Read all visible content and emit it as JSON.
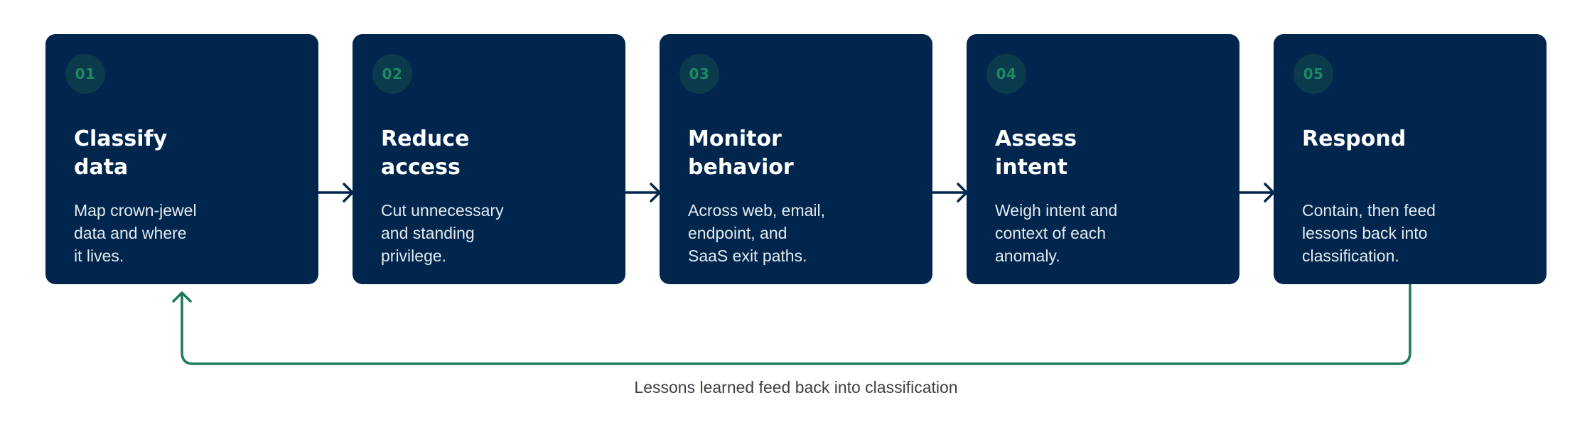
{
  "steps": [
    {
      "number": "01",
      "title": "Classify\ndata",
      "description": "Map crown-jewel\ndata and where\nit lives."
    },
    {
      "number": "02",
      "title": "Reduce\naccess",
      "description": "Cut unnecessary\nand standing\nprivilege."
    },
    {
      "number": "03",
      "title": "Monitor\nbehavior",
      "description": "Across web, email,\nendpoint, and\nSaaS exit paths."
    },
    {
      "number": "04",
      "title": "Assess\nintent",
      "description": "Weigh intent and\ncontext of each\nanomaly."
    },
    {
      "number": "05",
      "title": "Respond",
      "description": "Contain, then feed\nlessons back into\nclassification."
    }
  ],
  "feedback": {
    "label": "Lessons learned feed back into classification"
  },
  "colors": {
    "card_background": "#00264d",
    "number_badge_background": "#0b3a4d",
    "number_text": "#1b8a62",
    "arrow": "#00264d",
    "feedback_arrow": "#1b7a58",
    "title_text": "#ffffff",
    "description_text": "#e4e9f0"
  }
}
